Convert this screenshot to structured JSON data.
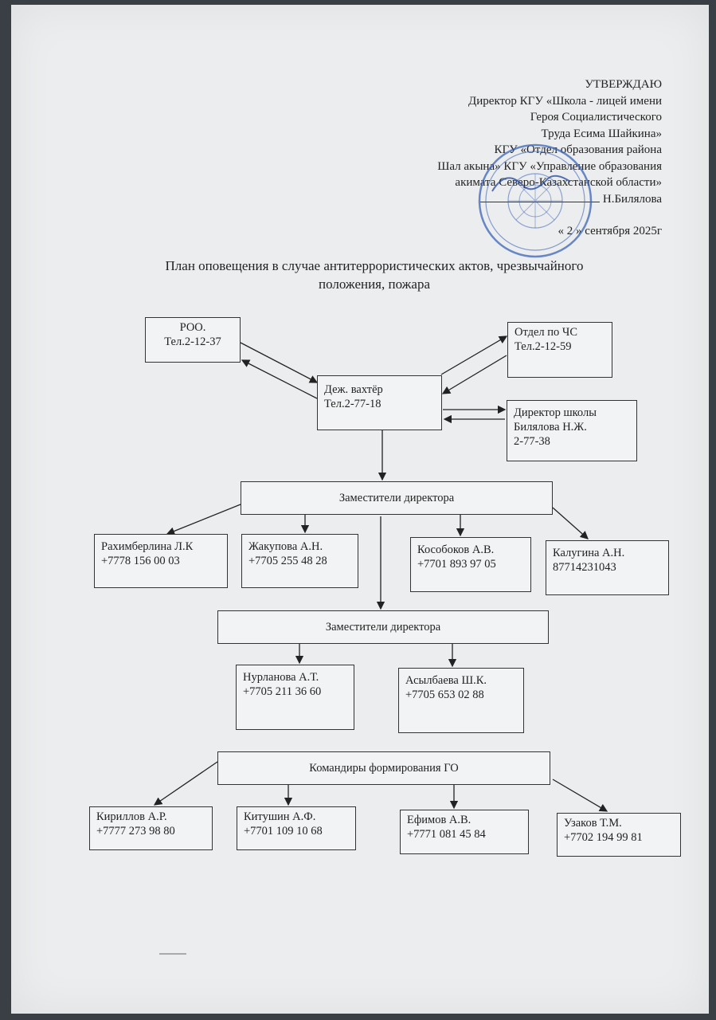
{
  "approval": {
    "lines": [
      "УТВЕРЖДАЮ",
      "Директор  КГУ «Школа - лицей имени",
      "Героя Социалистического",
      "Труда Есима Шайкина»",
      "КГУ «Отдел образования района",
      "Шал акына» КГУ «Управление образования",
      "акимата Северо-Казахстанской области»"
    ],
    "signatory": "Н.Билялова",
    "date": "« 2 » сентября 2025г"
  },
  "title": {
    "line1": "План оповещения в случае антитеррористических актов, чрезвычайного",
    "line2": "положения, пожара"
  },
  "diagram": {
    "roo": {
      "name": "РОО.",
      "phone": "Тел.2-12-37"
    },
    "chs": {
      "name": "Отдел по ЧС",
      "phone": "Тел.2-12-59"
    },
    "duty": {
      "name": "Деж. вахтёр",
      "phone": "Тел.2-77-18"
    },
    "director": {
      "title": "Директор школы",
      "name": "Билялова Н.Ж.",
      "phone": "2-77-38"
    },
    "deputies_1": {
      "label": "Заместители директора",
      "people": [
        {
          "name": "Рахимберлина Л.К",
          "phone": "+7778 156 00 03"
        },
        {
          "name": "Жакупова А.Н.",
          "phone": "+7705 255 48 28"
        },
        {
          "name": "Кособоков А.В.",
          "phone": "+7701 893 97 05"
        },
        {
          "name": "Калугина А.Н.",
          "phone": "87714231043"
        }
      ]
    },
    "deputies_2": {
      "label": "Заместители директора",
      "people": [
        {
          "name": "Нурланова А.Т.",
          "phone": "+7705 211 36 60"
        },
        {
          "name": "Асылбаева Ш.К.",
          "phone": "+7705 653 02 88"
        }
      ]
    },
    "commanders": {
      "label": "Командиры формирования ГО",
      "people": [
        {
          "name": "Кириллов А.Р.",
          "phone": "+7777 273 98 80"
        },
        {
          "name": "Китушин А.Ф.",
          "phone": "+7701 109 10 68"
        },
        {
          "name": "Ефимов А.В.",
          "phone": "+7771 081 45 84"
        },
        {
          "name": "Узаков Т.М.",
          "phone": "+7702 194 99 81"
        }
      ]
    }
  },
  "colors": {
    "paper": "#ecedee",
    "ink": "#222222",
    "stamp": "#3b63b8"
  }
}
